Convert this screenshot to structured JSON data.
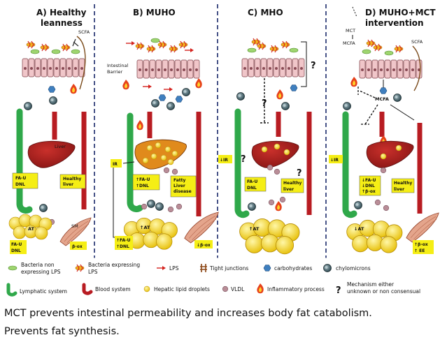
{
  "panels": {
    "a": {
      "title": [
        "A) Healthy",
        "leanness"
      ],
      "scfa": "SCFA",
      "liver": "Liver",
      "box_fa": [
        "FA-U",
        "DNL"
      ],
      "box_healthy": [
        "Healthy",
        "liver"
      ],
      "at": "AT",
      "sm": "SM",
      "fa_dnl": [
        "FA-U",
        "DNL"
      ],
      "box_box": "β-ox"
    },
    "b": {
      "title": "B) MUHO",
      "barrier": [
        "Intestinal",
        "Barrier"
      ],
      "ir": "IR",
      "box_fa": [
        "↑FA-U",
        "↑DNL"
      ],
      "box_disease": [
        "Fatty",
        "Liver",
        "disease"
      ],
      "at": "↑AT",
      "fa_dnl": [
        "↑FA-U",
        "↑DNL"
      ],
      "box_box": "↓β-ox"
    },
    "c": {
      "title": "C) MHO",
      "q": "?",
      "ir": "↓IR",
      "box_fa": [
        "FA-U",
        "DNL"
      ],
      "box_healthy": [
        "Healthy",
        "liver"
      ],
      "at": "↑AT"
    },
    "d": {
      "title": [
        "D) MUHO+MCT",
        "intervention"
      ],
      "mct": "MCT",
      "mcfa_top": "MCFA",
      "scfa": "SCFA",
      "mcfa": "MCFA",
      "ir": "↓IR",
      "box_fa": [
        "↓FA-U",
        "↓DNL",
        "↑β-ox"
      ],
      "box_healthy": [
        "Healthy",
        "liver"
      ],
      "at": "↓AT",
      "box_right": [
        "↑β-ox",
        "↑ EE"
      ]
    }
  },
  "legend": {
    "bact_non": [
      "Bacteria non",
      "expressing LPS"
    ],
    "bact_lps": [
      "Bacteria expressing",
      "LPS"
    ],
    "lps": "LPS",
    "tight": "Tight junctions",
    "carb": "carbohydrates",
    "chylo": "chylomicrons",
    "lymph": "Lymphatic system",
    "blood": "Blood system",
    "droplets": "Hepatic lipid droplets",
    "vldl": "VLDL",
    "inflam": "Inflammatory process",
    "mech": [
      "Mechanism either",
      "unknown or non consensual"
    ]
  },
  "caption": [
    "MCT prevents intestinal permeability and increases body fat catabolism.",
    "Prevents fat synthesis."
  ],
  "colors": {
    "lymph": "#2fa84a",
    "blood": "#b81c22",
    "liver": "#a3201e",
    "box": "#f5ee15",
    "fat": "#f2dc1e",
    "cell": "#f0c6c9",
    "carb": "#3f7fbf",
    "divider": "#1b2a6b"
  },
  "icons": [
    "bacteria-non-lps-icon",
    "bacteria-lps-icon",
    "lps-icon",
    "tight-junction-icon",
    "carbohydrate-icon",
    "chylomicron-icon",
    "lymphatic-icon",
    "blood-vessel-icon",
    "lipid-droplet-icon",
    "vldl-icon",
    "flame-icon",
    "question-icon"
  ]
}
